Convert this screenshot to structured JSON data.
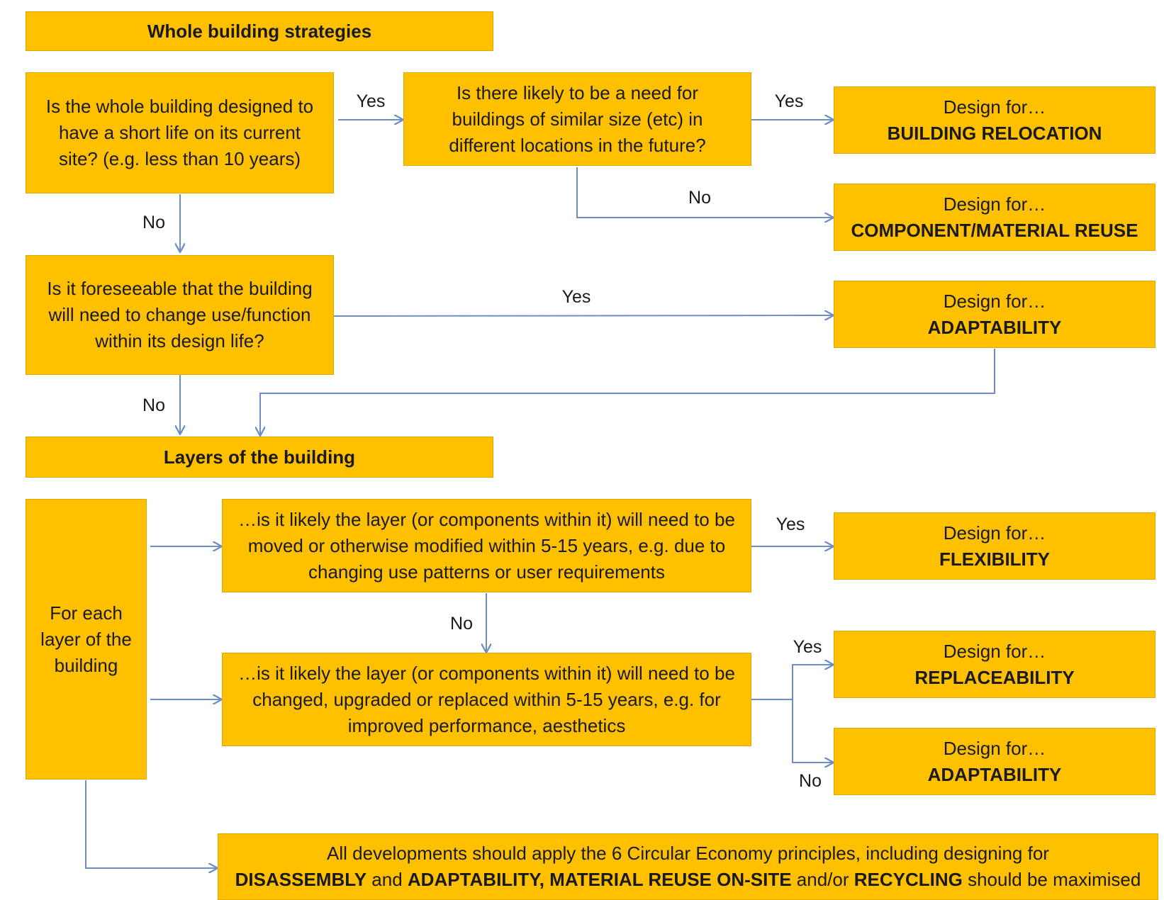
{
  "headers": {
    "whole_building": "Whole building strategies",
    "layers": "Layers of the building"
  },
  "questions": {
    "q1": "Is the whole building designed to have a short life on its current site? (e.g. less than 10 years)",
    "q2": "Is there likely to be a need for buildings of similar size (etc) in different locations in the future?",
    "q3": "Is it foreseeable that the building will need to change use/function within its design life?",
    "q4": "…is it likely the layer (or components within it) will need to be moved or otherwise modified within 5-15 years, e.g. due to changing use patterns or user requirements",
    "q5": "…is it likely the layer (or components within it) will need to be changed, upgraded or replaced within 5-15 years, e.g. for improved performance, aesthetics"
  },
  "each_layer": "For each layer of the building",
  "outcomes": {
    "prefix": "Design for…",
    "relocation": "BUILDING RELOCATION",
    "reuse": "COMPONENT/MATERIAL REUSE",
    "adaptability_1": "ADAPTABILITY",
    "flexibility": "FLEXIBILITY",
    "replaceability": "REPLACEABILITY",
    "adaptability_2": "ADAPTABILITY"
  },
  "labels": {
    "yes": "Yes",
    "no": "No"
  },
  "final": {
    "line1": "All developments should apply the 6 Circular Economy principles, including designing for",
    "bold1": "DISASSEMBLY",
    "and1": " and ",
    "bold2": "ADAPTABILITY, MATERIAL REUSE ON-SITE",
    "and2": " and/or ",
    "bold3": "RECYCLING",
    "tail": " should be maximised"
  },
  "colors": {
    "box_fill": "#FFC000",
    "connector": "#6f8fc4"
  }
}
